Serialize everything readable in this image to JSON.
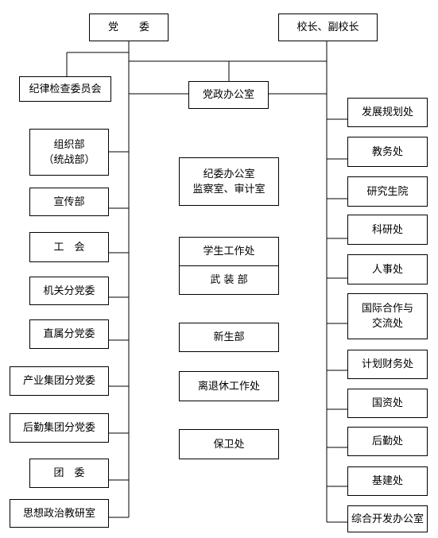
{
  "top": {
    "party_committee": "党　　委",
    "president": "校长、副校长"
  },
  "center_top": {
    "discipline_committee": "纪律检查委员会",
    "party_admin_office": "党政办公室"
  },
  "left_units": [
    "组织部\n（统战部）",
    "宣传部",
    "工　会",
    "机关分党委",
    "直属分党委",
    "产业集团分党委",
    "后勤集团分党委",
    "团　委",
    "思想政治教研室"
  ],
  "middle_units": {
    "discipline_office": "纪委办公室\n监察室、审计室",
    "student_affairs": "学生工作处",
    "armed_forces": "武 装 部",
    "admissions": "新生部",
    "retirement": "离退休工作处",
    "security": "保卫处"
  },
  "right_units": [
    "发展规划处",
    "教务处",
    "研究生院",
    "科研处",
    "人事处",
    "国际合作与\n交流处",
    "计划财务处",
    "国资处",
    "后勤处",
    "基建处",
    "综合开发办公室"
  ]
}
